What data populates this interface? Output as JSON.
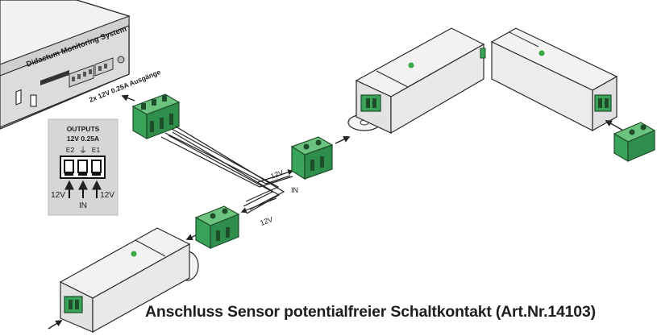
{
  "device": {
    "name": "Didactum Monitoring System",
    "output_label": "2x 12V 0.25A Ausgänge"
  },
  "outputs_box": {
    "title": "OUTPUTS",
    "rating": "12V 0.25A",
    "terminal_e2": "E2",
    "terminal_e1": "E1",
    "label_left": "12V",
    "label_center": "IN",
    "label_right": "12V"
  },
  "wiring": {
    "label_12v_upper": "12V",
    "label_in": "IN",
    "label_12v_lower": "12V"
  },
  "caption": "Anschluss Sensor potentialfreier Schaltkontakt (Art.Nr.14103)",
  "colors": {
    "connector_green": "#3aa35a",
    "led_green": "#39a845",
    "panel_gray": "#d6d6d6",
    "outline": "#2a2a2a"
  }
}
